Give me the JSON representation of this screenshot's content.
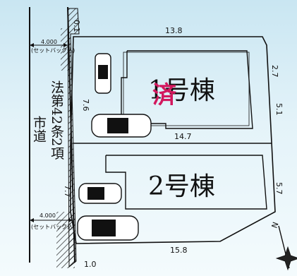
{
  "plan": {
    "lot_top_width": "13.8",
    "lot_top_right_side": "2.7",
    "lot_mid_right_side": "5.1",
    "divider_length": "14.7",
    "lot_lower_right_side": "5.7",
    "lot_bottom_width": "15.8",
    "bottom_corner_length": "1.0",
    "top_corner_length": "0.1",
    "upper_left_depth": "7.6",
    "lower_left_depth": "7.7",
    "setback_top": "4.000",
    "setback_top_note": "(セットバック込)",
    "setback_bottom": "4.000",
    "setback_bottom_note": "(セットバック込)",
    "road_name": "市道",
    "road_article": "法第42条2項",
    "building_1": "1号棟",
    "building_2": "2号棟",
    "sold_mark": "済",
    "north_label": "N"
  },
  "colors": {
    "sold": "#d2185e",
    "line": "#111111"
  }
}
